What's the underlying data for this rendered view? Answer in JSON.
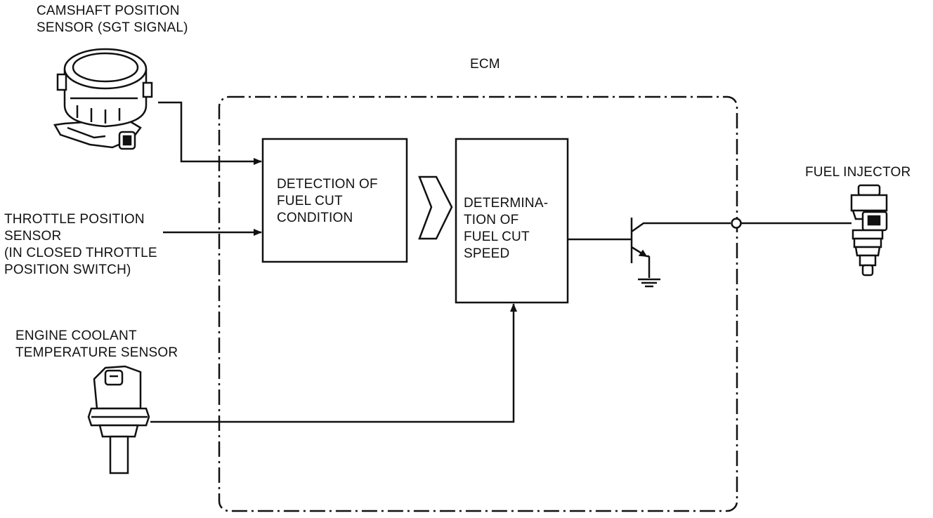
{
  "ecm": {
    "label": "ECM"
  },
  "inputs": {
    "camshaft": {
      "lines": [
        "CAMSHAFT POSITION",
        "SENSOR (SGT SIGNAL)"
      ]
    },
    "throttle": {
      "lines": [
        "THROTTLE POSITION",
        "SENSOR",
        "(IN CLOSED THROTTLE",
        "POSITION SWITCH)"
      ]
    },
    "coolant": {
      "lines": [
        "ENGINE COOLANT",
        "TEMPERATURE SENSOR"
      ]
    }
  },
  "blocks": {
    "detection": {
      "lines": [
        "DETECTION OF",
        "FUEL CUT",
        "CONDITION"
      ]
    },
    "determination": {
      "lines": [
        "DETERMINA-",
        "TION OF",
        "FUEL CUT",
        "SPEED"
      ]
    }
  },
  "output": {
    "injector": {
      "label": "FUEL INJECTOR"
    }
  },
  "icons": {
    "camshaft": "camshaft-sensor-icon",
    "coolant": "coolant-sensor-icon",
    "injector": "fuel-injector-icon",
    "transistor": "transistor-icon",
    "ground": "ground-icon"
  }
}
